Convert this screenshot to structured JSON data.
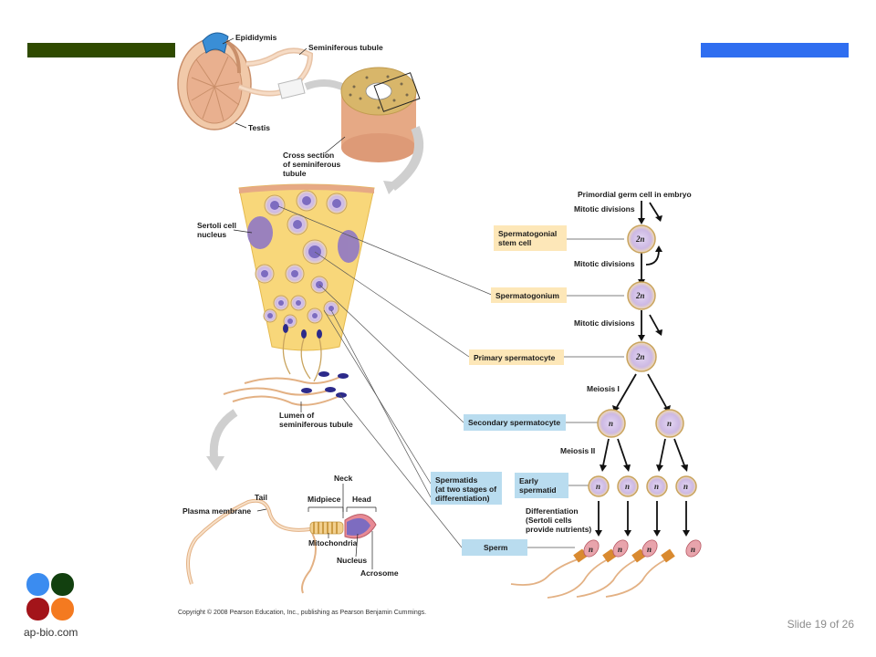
{
  "colors": {
    "bar_left": "#2f4a00",
    "bar_right": "#2f6ef0",
    "label_yellow": "#fde7b8",
    "label_blue": "#b9dcef",
    "tubule_fill": "#f8d77a",
    "cell_fill": "#d9c8ea",
    "nucleus": "#7d6cc0"
  },
  "top_labels": {
    "epididymis": "Epididymis",
    "seminiferous_tubule": "Seminiferous tubule",
    "testis": "Testis",
    "cross_section": [
      "Cross section",
      "of seminiferous",
      "tubule"
    ]
  },
  "left_labels": {
    "sertoli": [
      "Sertoli cell",
      "nucleus"
    ],
    "lumen": [
      "Lumen of",
      "seminiferous tubule"
    ]
  },
  "sperm_parts": {
    "neck": "Neck",
    "tail": "Tail",
    "midpiece": "Midpiece",
    "head": "Head",
    "plasma_membrane": "Plasma membrane",
    "mitochondria": "Mitochondria",
    "nucleus": "Nucleus",
    "acrosome": "Acrosome"
  },
  "stages": {
    "primordial": "Primordial germ cell in embryo",
    "mitotic1": "Mitotic divisions",
    "mitotic2": "Mitotic divisions",
    "mitotic3": "Mitotic divisions",
    "meiosis1": "Meiosis I",
    "meiosis2": "Meiosis II",
    "differentiation": [
      "Differentiation",
      "(Sertoli cells",
      "provide nutrients)"
    ]
  },
  "boxes": {
    "stem_cell": [
      "Spermatogonial",
      "stem cell"
    ],
    "spermatogonium": "Spermatogonium",
    "primary": "Primary spermatocyte",
    "secondary": "Secondary spermatocyte",
    "spermatids": [
      "Spermatids",
      "(at two stages of",
      "differentiation)"
    ],
    "early_spermatid": [
      "Early",
      "spermatid"
    ],
    "sperm": "Sperm"
  },
  "ploidy": {
    "two_n": "2n",
    "n": "n"
  },
  "copyright": "Copyright © 2008 Pearson Education, Inc., publishing as Pearson Benjamin Cummings.",
  "logo_text": "ap-bio.com",
  "slide_number": "Slide 19 of 26"
}
